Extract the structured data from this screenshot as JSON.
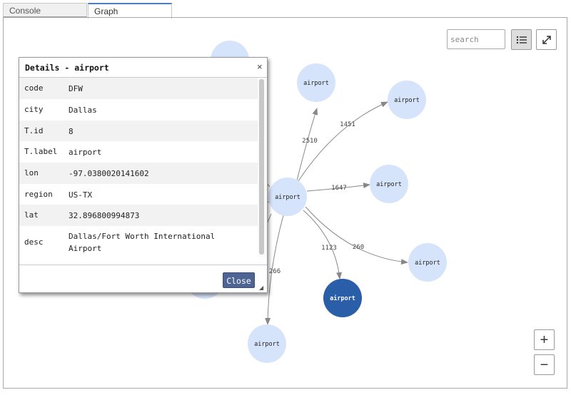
{
  "tabs": [
    {
      "label": "Console",
      "active": false
    },
    {
      "label": "Graph",
      "active": true
    }
  ],
  "toolbar": {
    "search_placeholder": "search",
    "list_icon": "list-icon",
    "expand_icon": "expand-icon"
  },
  "zoom": {
    "in_label": "+",
    "out_label": "−"
  },
  "graph": {
    "node_label": "airport",
    "edge_labels": [
      "2510",
      "1451",
      "1647",
      "1123",
      "260",
      "266"
    ],
    "colors": {
      "node": "#d6e4fb",
      "selected_node": "#2a5ea8",
      "edge": "#888888"
    }
  },
  "dialog": {
    "title": "Details - airport",
    "close_x": "×",
    "rows": [
      {
        "key": "code",
        "value": "DFW"
      },
      {
        "key": "city",
        "value": "Dallas"
      },
      {
        "key": "T.id",
        "value": "8"
      },
      {
        "key": "T.label",
        "value": "airport"
      },
      {
        "key": "lon",
        "value": "-97.0380020141602"
      },
      {
        "key": "region",
        "value": "US-TX"
      },
      {
        "key": "lat",
        "value": "32.896800994873"
      },
      {
        "key": "desc",
        "value": "Dallas/Fort Worth International Airport"
      }
    ],
    "close_button": "Close"
  }
}
